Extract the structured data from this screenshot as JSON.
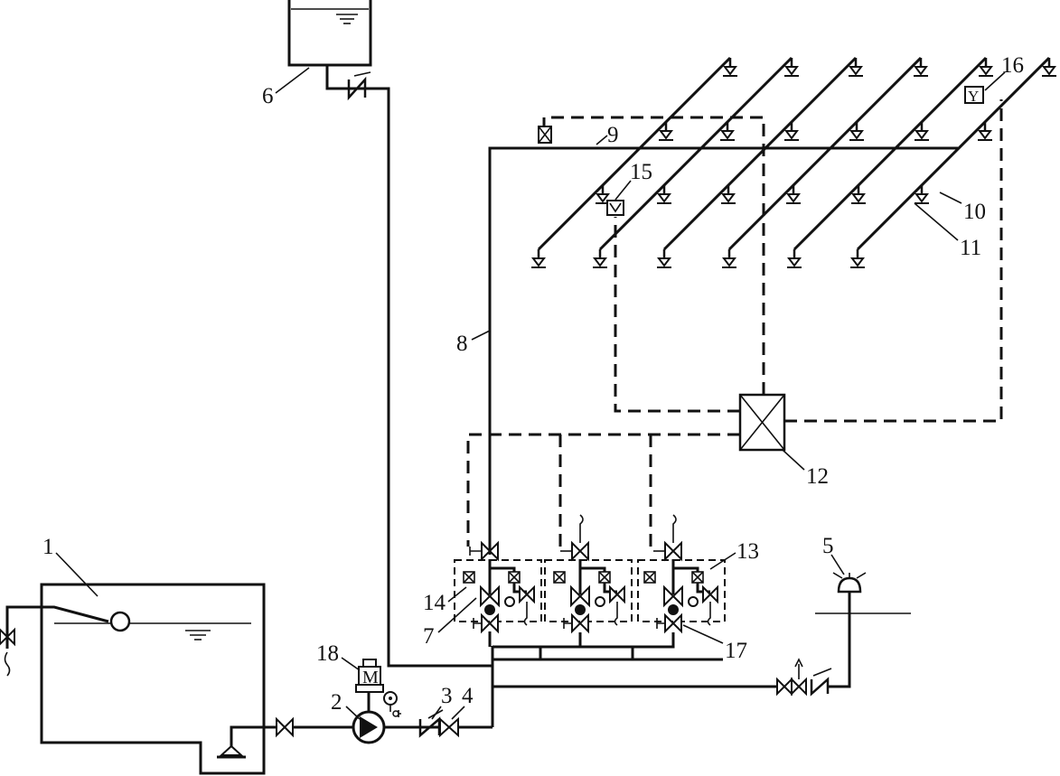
{
  "labels": {
    "l1": "1",
    "l2": "2",
    "l3": "3",
    "l4": "4",
    "l5": "5",
    "l6": "6",
    "l7": "7",
    "l8": "8",
    "l9": "9",
    "l10": "10",
    "l11": "11",
    "l12": "12",
    "l13": "13",
    "l14": "14",
    "l15": "15",
    "l16": "16",
    "l17": "17",
    "l18": "18"
  },
  "symbols": {
    "motor": "M",
    "flow_switch": "Y"
  },
  "colors": {
    "line": "#111111",
    "background": "#ffffff"
  },
  "icons": [
    "water-tank-icon",
    "float-valve-icon",
    "gate-valve-icon",
    "check-valve-icon",
    "pump-icon",
    "motor-icon",
    "pressure-gauge-icon",
    "sprinkler-head-icon",
    "alarm-valve-icon",
    "pressure-switch-icon",
    "fire-alarm-controller-icon",
    "pump-adapter-icon",
    "detector-icon"
  ]
}
